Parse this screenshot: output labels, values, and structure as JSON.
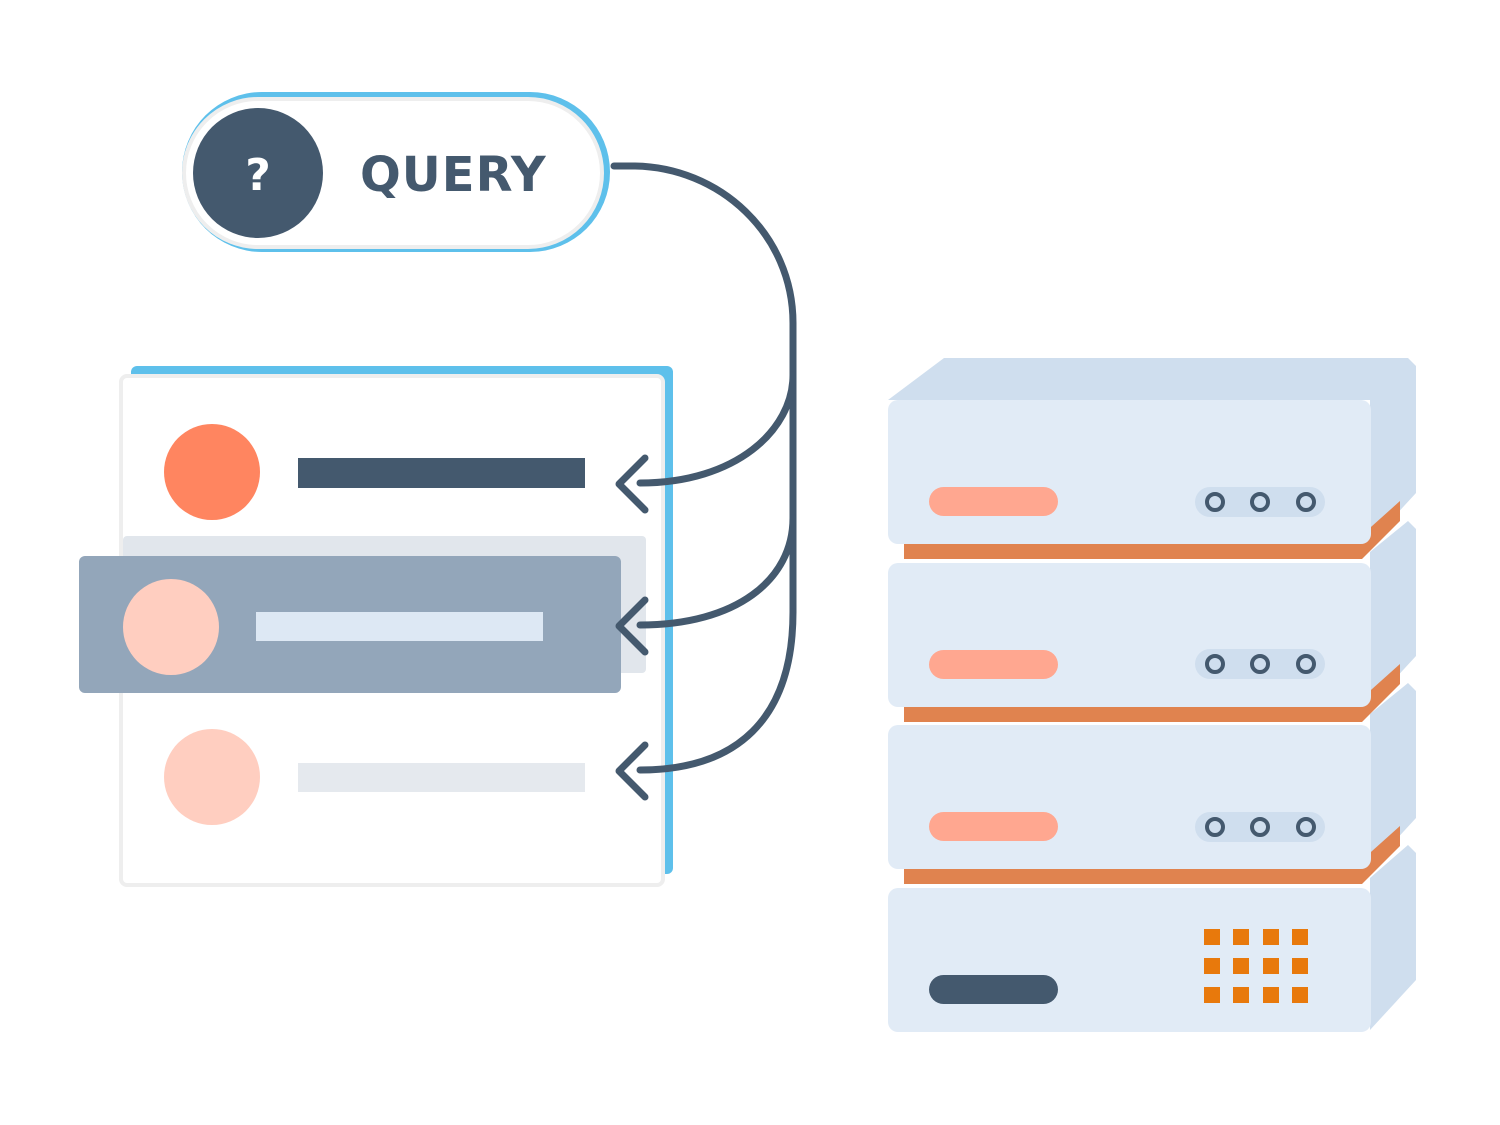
{
  "query_pill": {
    "icon_glyph": "?",
    "label": "QUERY",
    "icon": "question-mark-icon"
  },
  "result_list": {
    "rows": [
      {
        "state": "top-match",
        "icon": "result-avatar-icon"
      },
      {
        "state": "highlighted",
        "icon": "result-avatar-icon"
      },
      {
        "state": "faded",
        "icon": "result-avatar-icon"
      }
    ]
  },
  "server_stack": {
    "units": [
      {
        "status_lights": 3,
        "icon": "server-unit-icon"
      },
      {
        "status_lights": 3,
        "icon": "server-unit-icon"
      },
      {
        "status_lights": 3,
        "icon": "server-unit-icon"
      },
      {
        "grid": "4x3",
        "icon": "server-base-icon"
      }
    ]
  },
  "colors": {
    "navy": "#44596e",
    "accent_blue": "#5ec0eb",
    "coral": "#ff8560",
    "salmon": "#ffa790",
    "peach": "#ffcec0",
    "slate_highlight": "#93a6ba",
    "pale_bar": "#e5e9ee",
    "light_bar": "#dde8f4",
    "server_face": "#e1ebf6",
    "server_side": "#cfdeee",
    "server_trim": "#e0834f",
    "orange_grid": "#e8790c"
  }
}
